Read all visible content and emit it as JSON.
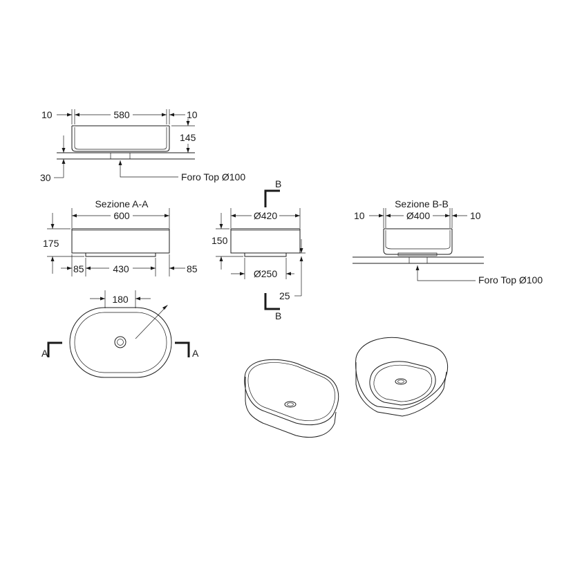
{
  "top_section": {
    "dim_left": "10",
    "dim_width": "580",
    "dim_right": "10",
    "dim_height": "145",
    "dim_base": "30",
    "drain_label": "Foro Top Ø100"
  },
  "section_aa": {
    "title": "Sezione A-A",
    "dim_width": "600",
    "dim_height": "175",
    "dim_left": "85",
    "dim_base": "430",
    "dim_right": "85"
  },
  "section_side": {
    "marker_top": "B",
    "marker_bottom": "B",
    "dim_top": "Ø420",
    "dim_height": "150",
    "dim_base": "Ø250",
    "dim_offset": "25"
  },
  "section_bb": {
    "title": "Sezione B-B",
    "dim_left": "10",
    "dim_width": "Ø400",
    "dim_right": "10",
    "drain_label": "Foro Top Ø100"
  },
  "plan_view": {
    "dim_drain": "180",
    "marker_left": "A",
    "marker_right": "A"
  }
}
